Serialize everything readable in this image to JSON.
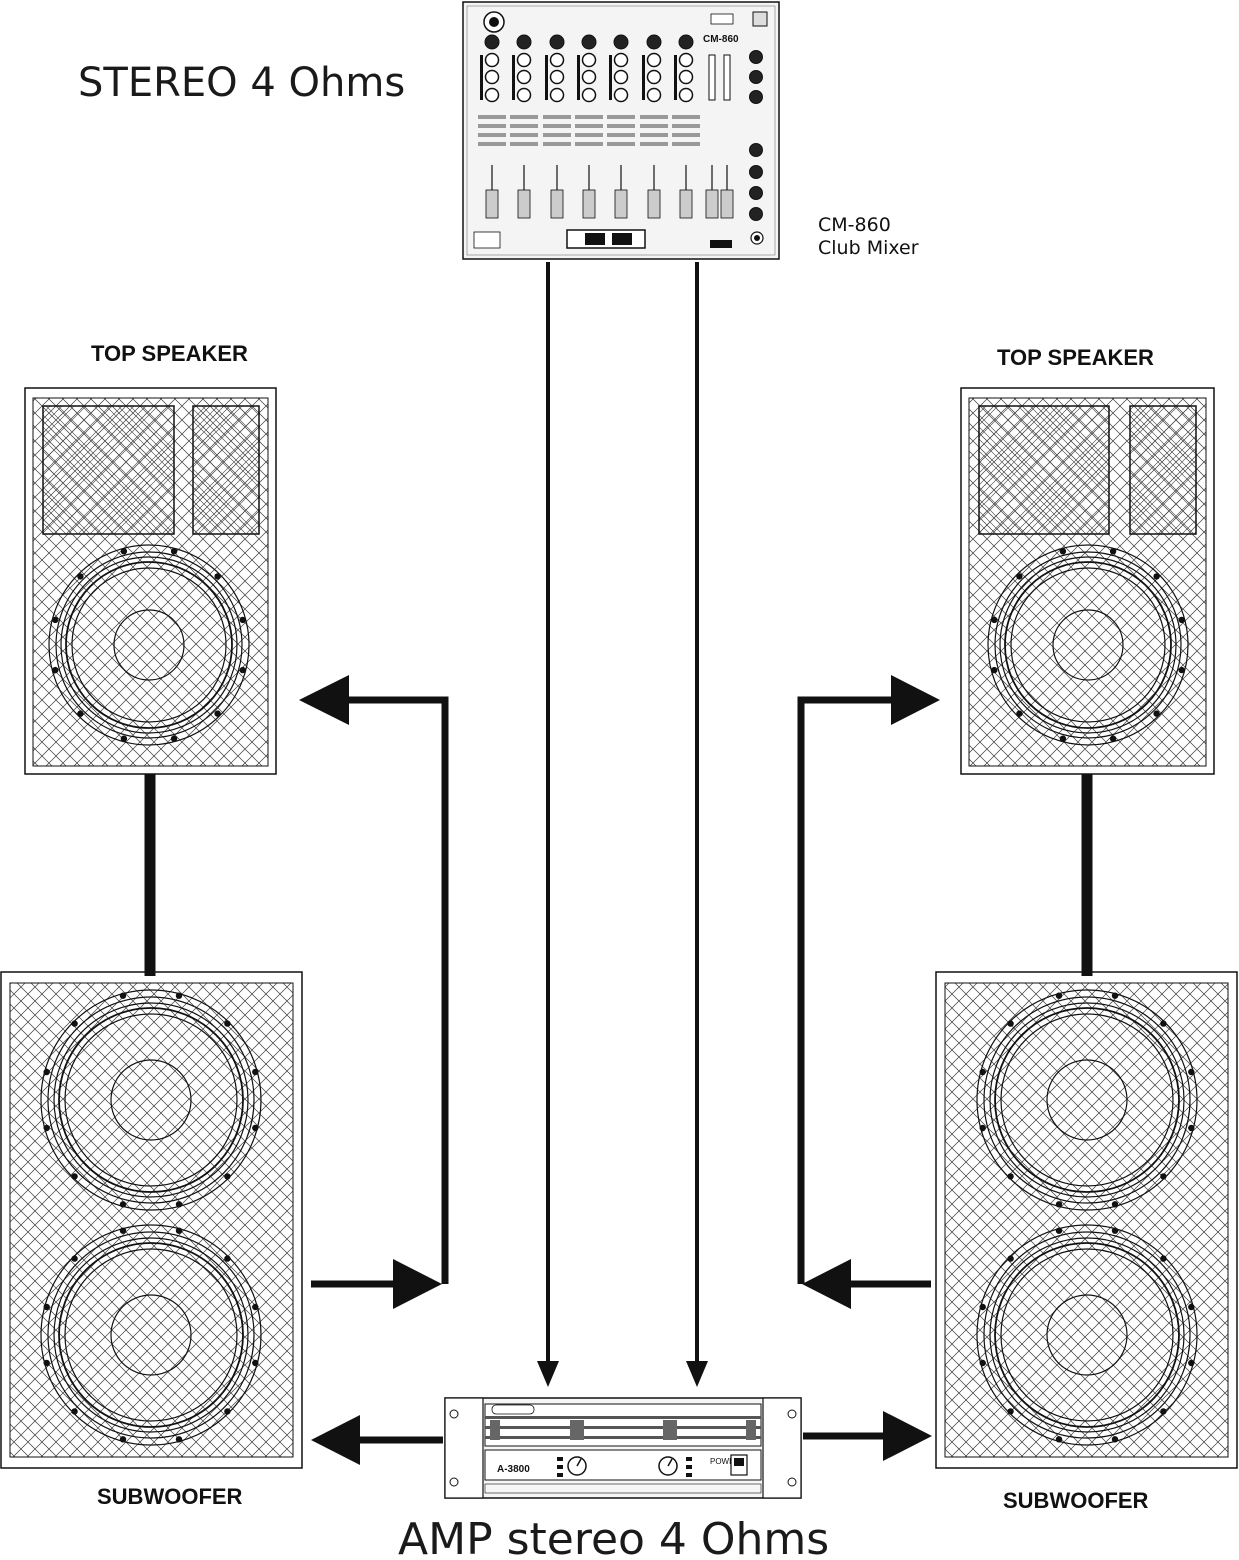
{
  "titles": {
    "stereo": "STEREO 4 Ohms",
    "amp": "AMP stereo 4 Ohms"
  },
  "mixer": {
    "model_line": "CM-860",
    "name_line": "Club Mixer",
    "panel_model": "CM-860"
  },
  "amplifier": {
    "model": "A-3800",
    "power_label": "POWER"
  },
  "speakers": {
    "top_left_label": "TOP SPEAKER",
    "top_right_label": "TOP SPEAKER",
    "sub_left_label": "SUBWOOFER",
    "sub_right_label": "SUBWOOFER"
  },
  "colors": {
    "line": "#111111",
    "panel": "#f2f2f2",
    "grille": "#444444"
  }
}
